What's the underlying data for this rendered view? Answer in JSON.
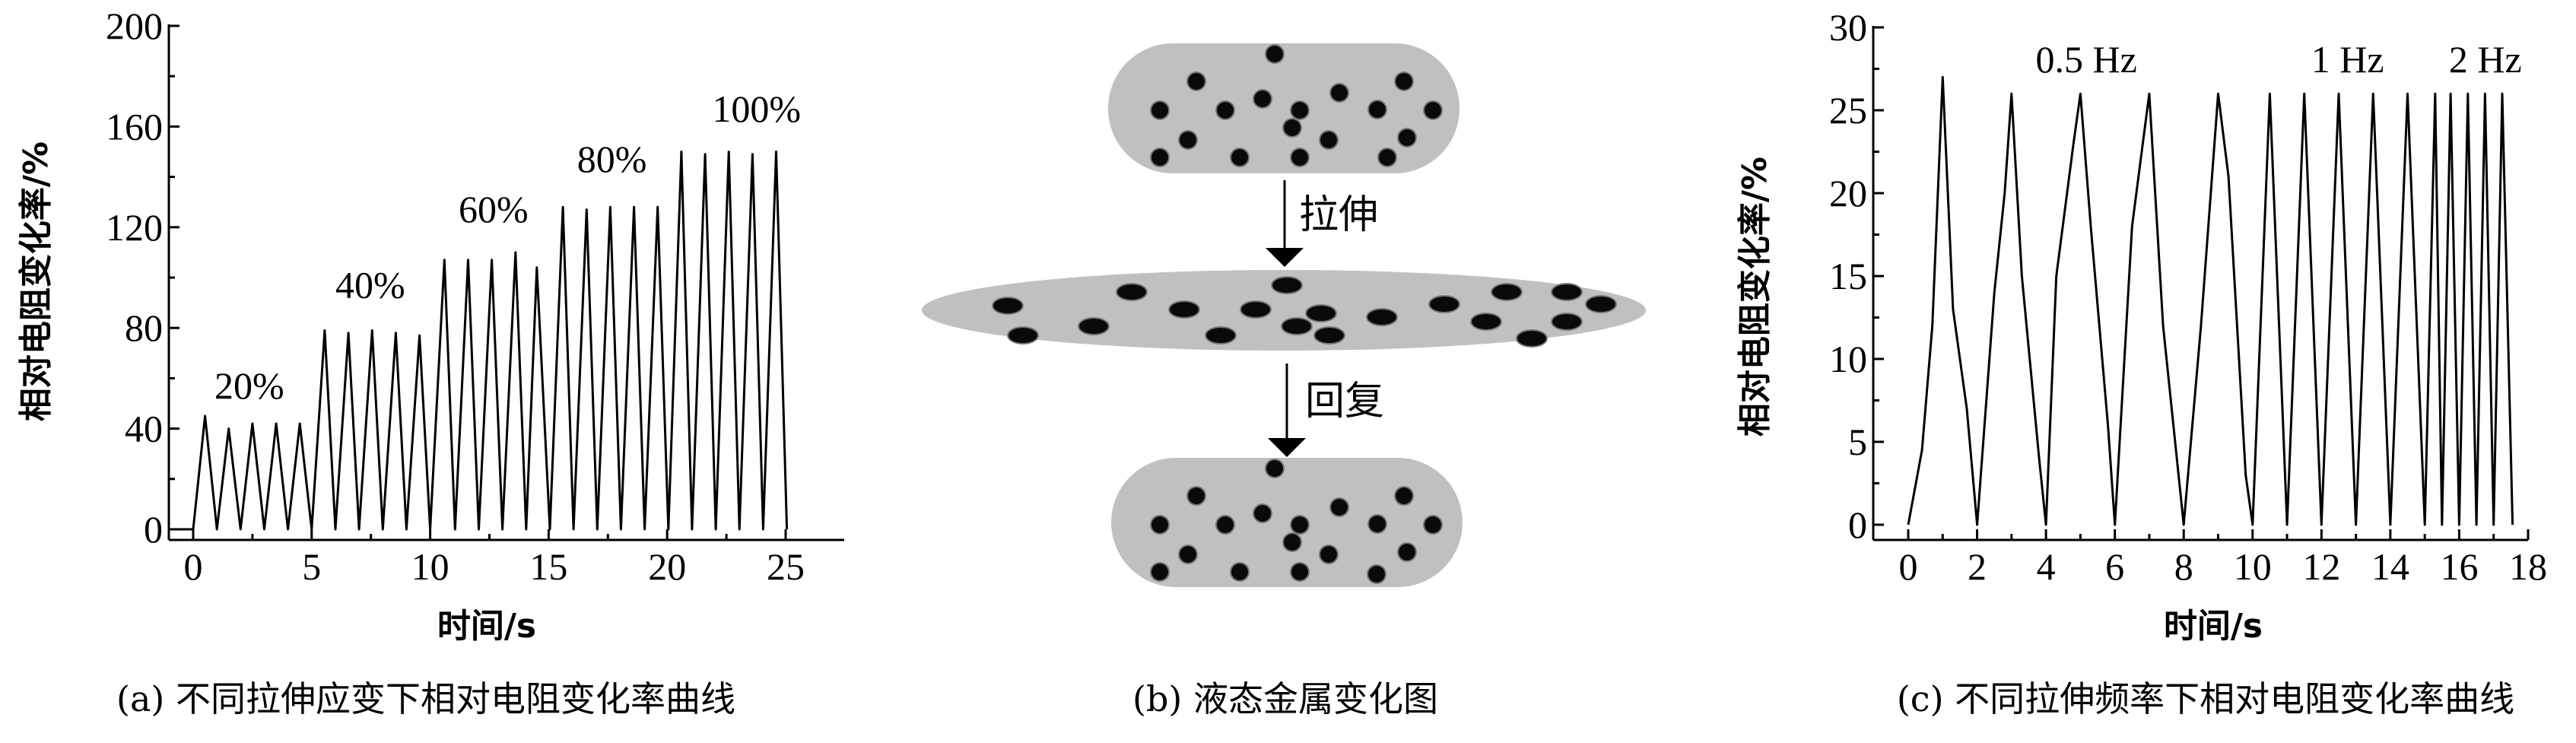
{
  "chart_data": [
    {
      "type": "line",
      "title": "",
      "caption": "(a) 不同拉伸应变下相对电阻变化率曲线",
      "xlabel": "时间/s",
      "ylabel": "相对电阻变化率/%",
      "xlim": [
        -1,
        27.5
      ],
      "ylim": [
        0,
        200
      ],
      "xticks": [
        0,
        5,
        10,
        15,
        20,
        25
      ],
      "yticks": [
        0,
        40,
        80,
        120,
        160,
        200
      ],
      "grid": false,
      "series": [
        {
          "name": "relative resistance change",
          "points": [
            [
              -1,
              0
            ],
            [
              0,
              0
            ],
            [
              0.5,
              45
            ],
            [
              1,
              0
            ],
            [
              1.5,
              40
            ],
            [
              2,
              0
            ],
            [
              2.5,
              42
            ],
            [
              3,
              0
            ],
            [
              3.5,
              42
            ],
            [
              4,
              0
            ],
            [
              4.5,
              42
            ],
            [
              5,
              0
            ],
            [
              5.55,
              79
            ],
            [
              6,
              0
            ],
            [
              6.55,
              78
            ],
            [
              7,
              0
            ],
            [
              7.55,
              79
            ],
            [
              8,
              0
            ],
            [
              8.55,
              78
            ],
            [
              9,
              0
            ],
            [
              9.55,
              77
            ],
            [
              10,
              0
            ],
            [
              10.6,
              107
            ],
            [
              11.05,
              0
            ],
            [
              11.6,
              107
            ],
            [
              12.05,
              0
            ],
            [
              12.6,
              107
            ],
            [
              13.05,
              0
            ],
            [
              13.6,
              110
            ],
            [
              14.05,
              0
            ],
            [
              14.5,
              104
            ],
            [
              15.05,
              0
            ],
            [
              15.6,
              128
            ],
            [
              16.05,
              0
            ],
            [
              16.6,
              127
            ],
            [
              17.05,
              0
            ],
            [
              17.6,
              128
            ],
            [
              18.05,
              0
            ],
            [
              18.6,
              128
            ],
            [
              19.05,
              0
            ],
            [
              19.6,
              128
            ],
            [
              20.05,
              0
            ],
            [
              20.6,
              150
            ],
            [
              21.05,
              0
            ],
            [
              21.6,
              149
            ],
            [
              22.05,
              0
            ],
            [
              22.6,
              150
            ],
            [
              23.05,
              0
            ],
            [
              23.6,
              149
            ],
            [
              24.05,
              0
            ],
            [
              24.6,
              150
            ],
            [
              25.05,
              0
            ]
          ]
        }
      ],
      "annotations": [
        {
          "text": "20%",
          "x": 0.9,
          "y": 52
        },
        {
          "text": "40%",
          "x": 6.0,
          "y": 92
        },
        {
          "text": "60%",
          "x": 11.2,
          "y": 122
        },
        {
          "text": "80%",
          "x": 16.2,
          "y": 142
        },
        {
          "text": "100%",
          "x": 21.9,
          "y": 162
        }
      ]
    },
    {
      "type": "line",
      "title": "",
      "caption": "(c) 不同拉伸频率下相对电阻变化率曲线",
      "xlabel": "时间/s",
      "ylabel": "相对电阻变化率/%",
      "xlim": [
        -0.6,
        18
      ],
      "ylim": [
        0,
        30
      ],
      "xticks": [
        0,
        2,
        4,
        6,
        8,
        10,
        12,
        14,
        16,
        18
      ],
      "yticks": [
        0,
        5,
        10,
        15,
        20,
        25,
        30
      ],
      "grid": false,
      "series": [
        {
          "name": "relative resistance change",
          "points": [
            [
              0,
              0
            ],
            [
              0.4,
              4.5
            ],
            [
              0.7,
              12
            ],
            [
              1,
              27
            ],
            [
              1.3,
              13
            ],
            [
              1.7,
              7
            ],
            [
              2,
              0
            ],
            [
              2.5,
              14
            ],
            [
              2.8,
              20
            ],
            [
              3,
              26
            ],
            [
              3.3,
              15
            ],
            [
              3.8,
              4
            ],
            [
              4,
              0
            ],
            [
              4.3,
              15
            ],
            [
              4.8,
              23
            ],
            [
              5,
              26
            ],
            [
              5.3,
              18
            ],
            [
              5.8,
              6
            ],
            [
              6,
              0
            ],
            [
              6.5,
              18
            ],
            [
              7,
              26
            ],
            [
              7.4,
              12
            ],
            [
              8,
              0
            ],
            [
              8.5,
              12
            ],
            [
              9,
              26
            ],
            [
              9.3,
              21
            ],
            [
              9.8,
              3
            ],
            [
              10,
              0
            ],
            [
              10.5,
              26
            ],
            [
              11,
              0
            ],
            [
              11.5,
              26
            ],
            [
              12,
              0
            ],
            [
              12.5,
              26
            ],
            [
              13,
              0
            ],
            [
              13.5,
              26
            ],
            [
              14,
              0
            ],
            [
              14.5,
              26
            ],
            [
              15,
              0
            ],
            [
              15.3,
              26
            ],
            [
              15.5,
              0
            ],
            [
              15.75,
              26
            ],
            [
              16,
              0
            ],
            [
              16.25,
              26
            ],
            [
              16.5,
              0
            ],
            [
              16.75,
              26
            ],
            [
              17,
              0
            ],
            [
              17.25,
              26
            ],
            [
              17.55,
              0
            ]
          ]
        }
      ],
      "annotations": [
        {
          "text": "0.5 Hz",
          "x": 3.7,
          "y": 27.3
        },
        {
          "text": "1 Hz",
          "x": 11.7,
          "y": 27.3
        },
        {
          "text": "2 Hz",
          "x": 15.7,
          "y": 27.3
        }
      ]
    }
  ],
  "diagram": {
    "caption": "(b) 液态金属变化图",
    "step1_label": "拉伸",
    "step2_label": "回复",
    "matrix_color": "#c0c0c0",
    "particle_color": "#0a0a0a"
  }
}
